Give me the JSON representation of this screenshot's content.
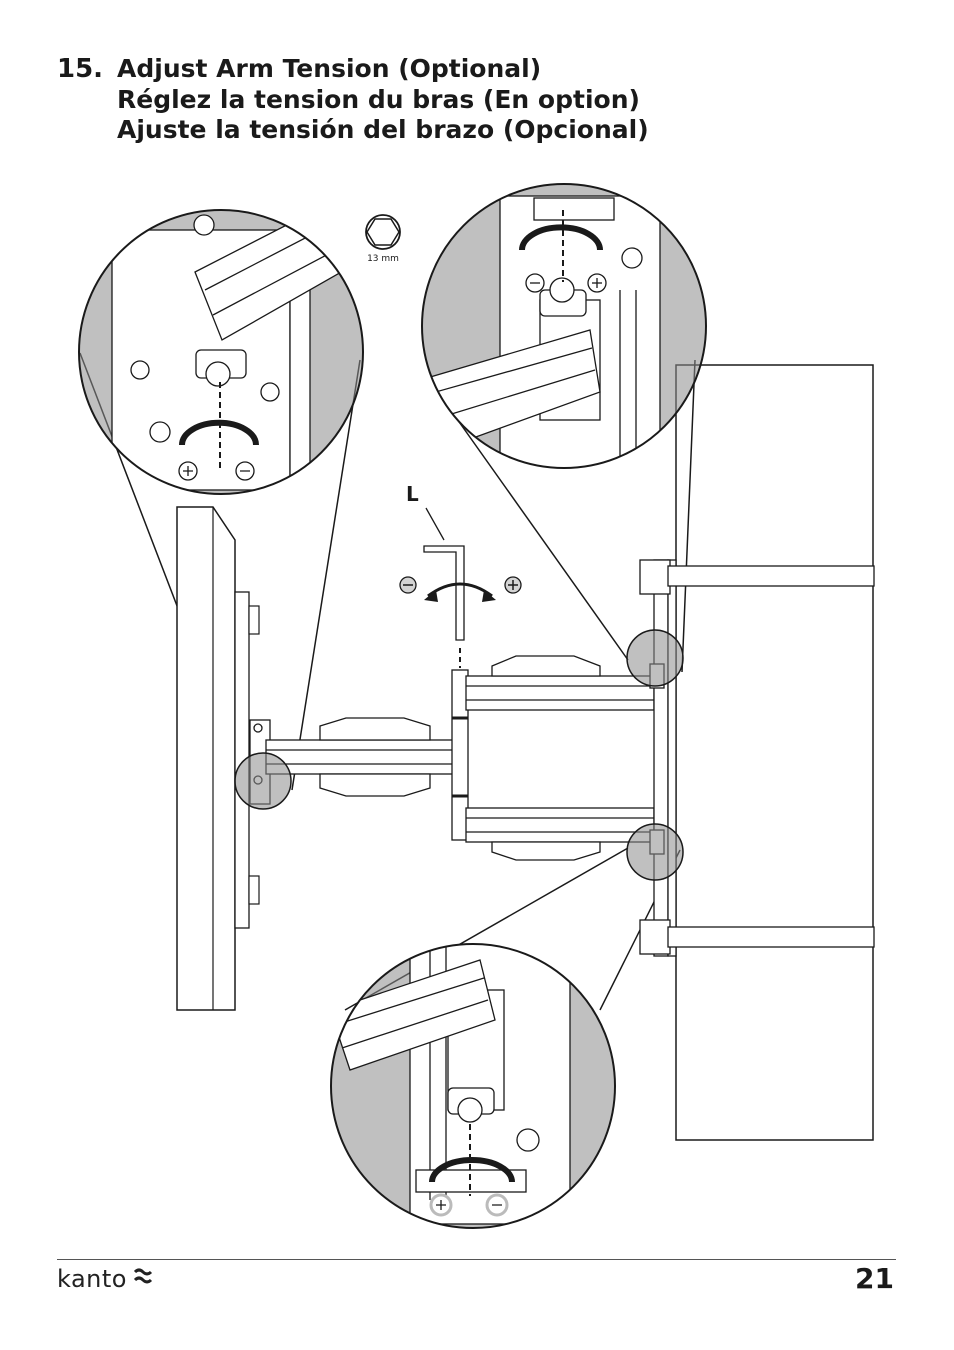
{
  "step": {
    "number": "15.",
    "title_en": "Adjust Arm Tension (Optional)",
    "title_fr": "Réglez la tension du bras (En option)",
    "title_es": "Ajuste la tensión del brazo (Opcional)"
  },
  "illustration": {
    "wrench_size_label": "13 mm",
    "hex_key_label": "L",
    "plus_symbol": "+",
    "minus_symbol": "−",
    "colors": {
      "line": "#1a1a1a",
      "detail_gray": "#8c8c8c",
      "light_gray": "#d4d4d4"
    }
  },
  "footer": {
    "brand": "kanto",
    "page_number": "21"
  }
}
